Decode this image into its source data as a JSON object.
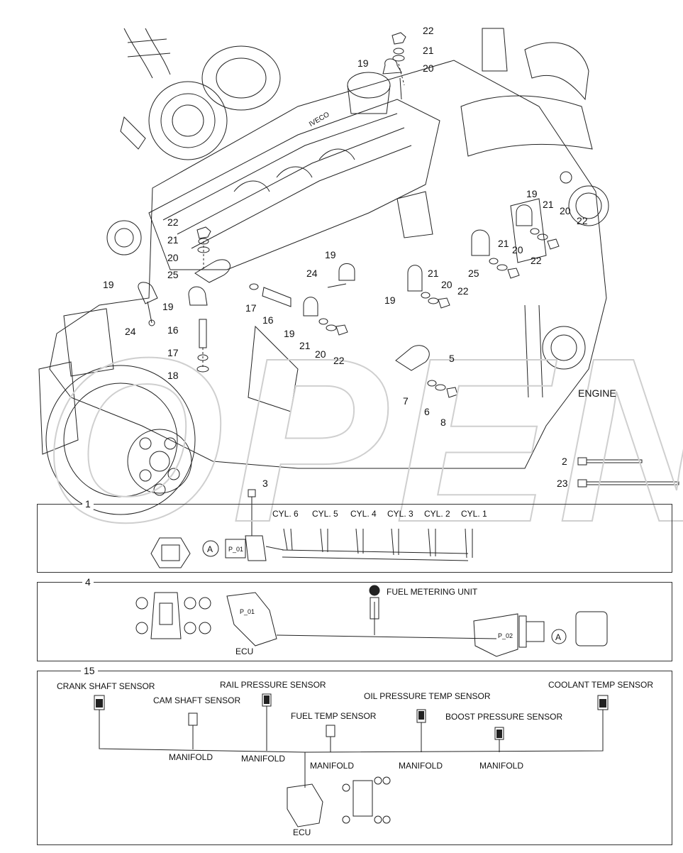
{
  "callouts": {
    "c22a": "22",
    "c21a": "21",
    "c20a": "20",
    "c19a": "19",
    "c19b": "19",
    "c21b": "21",
    "c20b": "20",
    "c22b": "22",
    "c21c": "21",
    "c20c": "20",
    "c25b": "25",
    "c22c": "22",
    "c22d": "22",
    "c21d": "21",
    "c20d": "20",
    "c25a": "25",
    "c19c": "19",
    "c19d": "19",
    "c24a": "24",
    "c16a": "16",
    "c17a": "17",
    "c18a": "18",
    "c17b": "17",
    "c16b": "16",
    "c19e": "19",
    "c24b": "24",
    "c19f": "19",
    "c21e": "21",
    "c20e": "20",
    "c22e": "22",
    "c19g": "19",
    "c21f": "21",
    "c20f": "20",
    "c22f": "22",
    "c5": "5",
    "c7": "7",
    "c6": "6",
    "c8": "8",
    "c2": "2",
    "c23": "23",
    "c3": "3",
    "c1": "1",
    "c4": "4",
    "c15": "15"
  },
  "engine_label": "ENGINE",
  "panel1": {
    "cylinders": [
      "CYL. 6",
      "CYL. 5",
      "CYL. 4",
      "CYL. 3",
      "CYL. 2",
      "CYL. 1"
    ],
    "ref": "A",
    "connector": "P_01"
  },
  "panel4": {
    "fuel_unit": "FUEL METERING UNIT",
    "ecu": "ECU",
    "ref": "A",
    "p01": "P_01",
    "p02": "P_02"
  },
  "panel15": {
    "crank": "CRANK SHAFT SENSOR",
    "cam": "CAM SHAFT SENSOR",
    "rail": "RAIL PRESSURE SENSOR",
    "fueltemp": "FUEL TEMP SENSOR",
    "oil": "OIL PRESSURE TEMP SENSOR",
    "boost": "BOOST PRESSURE SENSOR",
    "coolant": "COOLANT TEMP SENSOR",
    "manifold": "MANIFOLD",
    "ecu": "ECU"
  },
  "brand": "IVECO"
}
